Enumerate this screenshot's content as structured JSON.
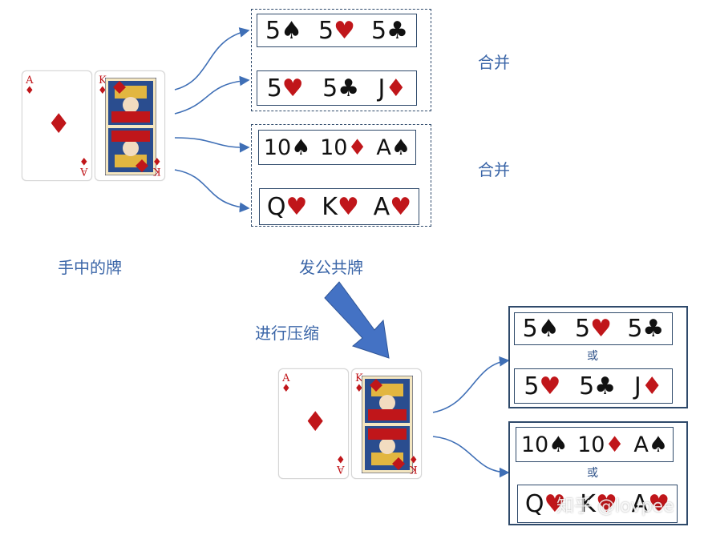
{
  "labels": {
    "merge1": "合并",
    "merge2": "合并",
    "hand": "手中的牌",
    "community": "发公共牌",
    "compress": "进行压缩",
    "or1": "或",
    "or2": "或"
  },
  "hand_cards": [
    {
      "rank": "A",
      "suit": "♦"
    },
    {
      "rank": "K",
      "suit": "♦"
    }
  ],
  "boards": [
    [
      {
        "rank": "5",
        "suit": "♠",
        "color": "black"
      },
      {
        "rank": "5",
        "suit": "♥",
        "color": "red"
      },
      {
        "rank": "5",
        "suit": "♣",
        "color": "black"
      }
    ],
    [
      {
        "rank": "5",
        "suit": "♥",
        "color": "red"
      },
      {
        "rank": "5",
        "suit": "♣",
        "color": "black"
      },
      {
        "rank": "J",
        "suit": "♦",
        "color": "red"
      }
    ],
    [
      {
        "rank": "10",
        "suit": "♠",
        "color": "black"
      },
      {
        "rank": "10",
        "suit": "♦",
        "color": "red"
      },
      {
        "rank": "A",
        "suit": "♠",
        "color": "black"
      }
    ],
    [
      {
        "rank": "Q",
        "suit": "♥",
        "color": "red"
      },
      {
        "rank": "K",
        "suit": "♥",
        "color": "red"
      },
      {
        "rank": "A",
        "suit": "♥",
        "color": "red"
      }
    ]
  ],
  "watermark": "知乎 @lovpee",
  "colors": {
    "label": "#3b66a8",
    "arrow": "#3f6fb6",
    "frame": "#2f4a6b",
    "red": "#c0161a"
  }
}
